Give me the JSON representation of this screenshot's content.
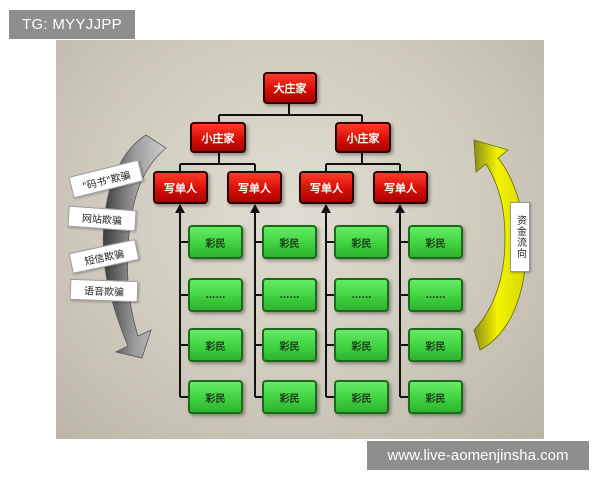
{
  "watermarks": {
    "top_left": "TG: MYYJJPP",
    "bottom_right": "www.live-aomenjinsha.com"
  },
  "diagram": {
    "root": "大庄家",
    "level2": [
      "小庄家",
      "小庄家"
    ],
    "level3": [
      "写单人",
      "写单人",
      "写单人",
      "写单人"
    ],
    "player_rows": [
      [
        "彩民",
        "彩民",
        "彩民",
        "彩民"
      ],
      [
        "……",
        "……",
        "……",
        "……"
      ],
      [
        "彩民",
        "彩民",
        "彩民",
        "彩民"
      ],
      [
        "彩民",
        "彩民",
        "彩民",
        "彩民"
      ]
    ],
    "left_tags": [
      "\"码书\"欺骗",
      "网站欺骗",
      "短信欺骗",
      "语音欺骗"
    ],
    "right_tag": "资金流向"
  },
  "colors": {
    "red_box": "#d80e06",
    "green_box": "#3fd23f",
    "left_arrow": "#8a8a8a",
    "right_arrow": "#e6e600",
    "watermark_bg": "#8e8e8e"
  }
}
